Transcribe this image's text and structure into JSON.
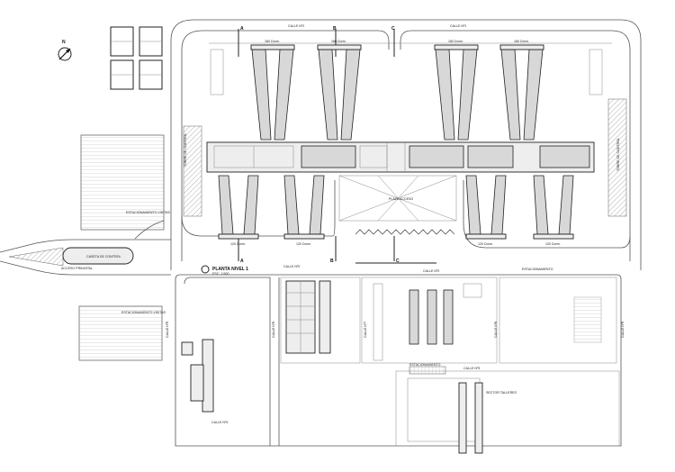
{
  "drawing": {
    "title": "PLANTA NIVEL 1",
    "scale": "ESC. 1:500",
    "north_label": "N",
    "section_markers": [
      "A",
      "B",
      "C"
    ],
    "streets": {
      "top_left": "CALLE Nº1",
      "top_right": "CALLE Nº1",
      "middle": "CALLE Nº2",
      "middle_right": "CALLE Nº2",
      "lower": "CALLE Nº3",
      "bottom": "CALLE Nº4",
      "vertical_1": "CALLE Nº5",
      "vertical_2": "CALLE Nº6",
      "vertical_3": "CALLE Nº7",
      "vertical_4": "CALLE Nº8",
      "right": "CALLE Nº9"
    },
    "dorm_top_labels": [
      "160 Dorm.",
      "160 Dorm.",
      "160 Dorm.",
      "160 Dorm."
    ],
    "dorm_bottom_labels": [
      "120 Dorm.",
      "120 Dorm.",
      "120 Dorm.",
      "120 Dorm."
    ],
    "parking_labels": [
      "ESTACIONAMIENTO VISITAS",
      "ESTACIONAMIENTO VISITAS",
      "ESTACIONAMIENTO",
      "ESTACIONAMIENTO"
    ],
    "gate_label": "CASETA DE CONTROL",
    "access_label": "ACCESO PRINCIPAL",
    "plaza_label": "PLAZA ACCESO",
    "workshop_label": "SECTOR TALLERES",
    "side_labels": [
      "TORRE DE CONTROL",
      "TORRE DE CONTROL"
    ]
  }
}
